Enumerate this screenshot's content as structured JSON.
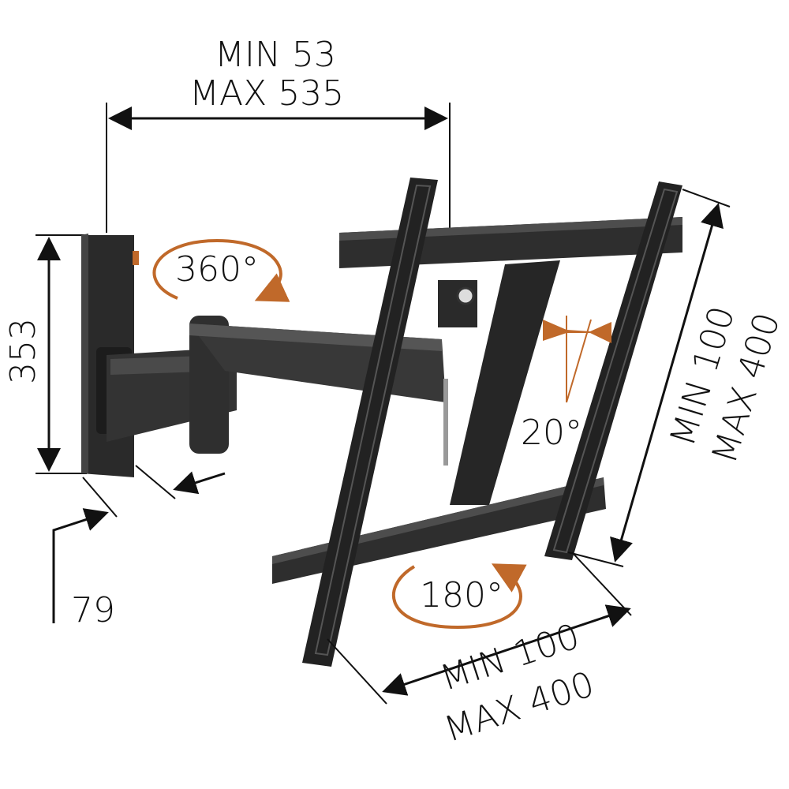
{
  "diagram": {
    "subject": "Full-motion TV wall mount",
    "dimensions": {
      "depth": {
        "min_label": "MIN 53",
        "max_label": "MAX 535"
      },
      "wall_plate_height": {
        "value": "353"
      },
      "wall_plate_depth": {
        "value": "79"
      },
      "vesa_vertical": {
        "min_label": "MIN 100",
        "max_label": "MAX 400"
      },
      "vesa_horizontal": {
        "min_label": "MIN 100",
        "max_label": "MAX 400"
      }
    },
    "rotations": {
      "swivel": {
        "value": "360°"
      },
      "rotate": {
        "value": "180°"
      },
      "tilt": {
        "value": "20°"
      }
    },
    "colors": {
      "accent": "#c0692a",
      "mount": "#2b2b2b",
      "line": "#111111"
    }
  }
}
